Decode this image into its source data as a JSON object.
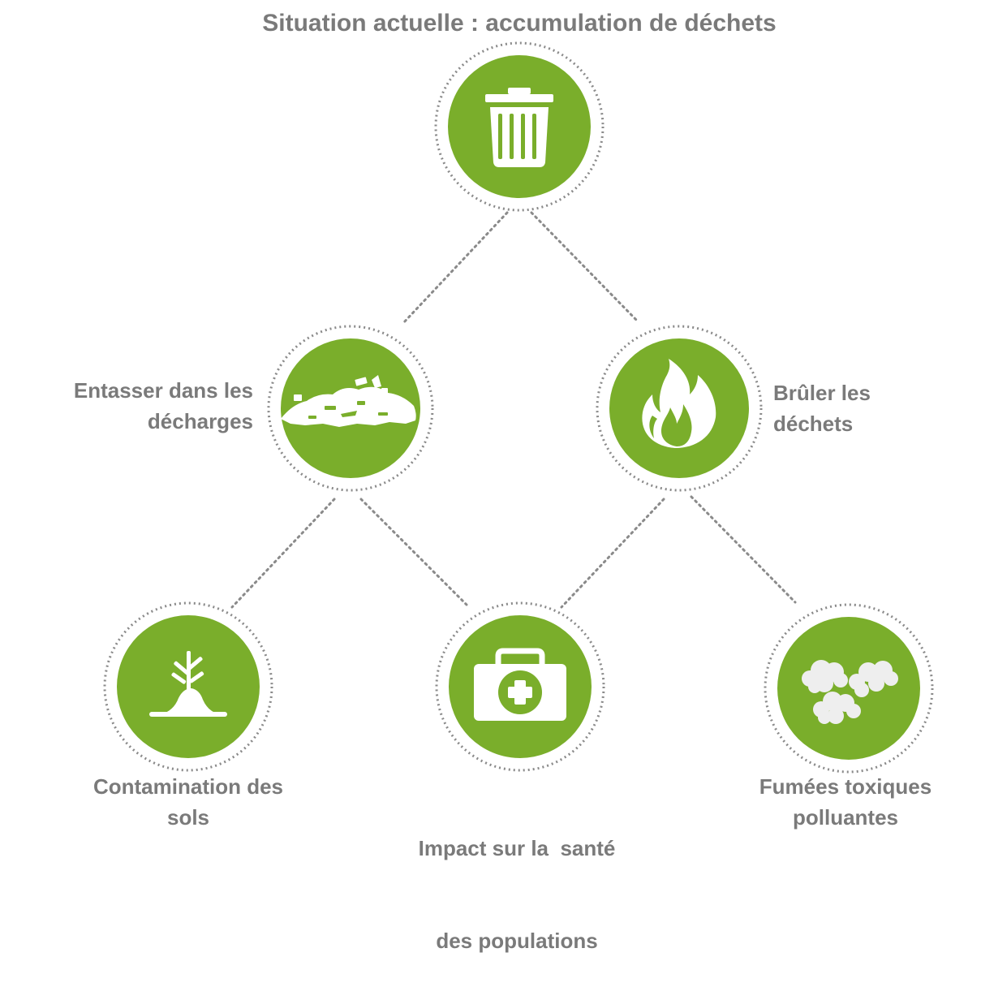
{
  "title": "Situation actuelle : accumulation de déchets",
  "accent_color": "#7aae2b",
  "ring_color": "#8a8a8a",
  "nodes": {
    "root": {
      "icon": "trash-can-icon"
    },
    "landfill": {
      "icon": "landfill-pile-icon",
      "label_lines": [
        "Entasser dans les",
        "décharges"
      ]
    },
    "burn": {
      "icon": "flame-icon",
      "label_lines": [
        "Brûler les",
        "déchets"
      ]
    },
    "soil": {
      "icon": "sprout-soil-icon",
      "label_lines": [
        "Contamination des",
        "sols"
      ]
    },
    "health": {
      "icon": "first-aid-kit-icon",
      "label_lines": [
        "Impact sur la  santé",
        "des populations"
      ]
    },
    "fumes": {
      "icon": "smoke-clouds-icon",
      "label_lines": [
        "Fumées toxiques",
        "polluantes"
      ]
    }
  }
}
